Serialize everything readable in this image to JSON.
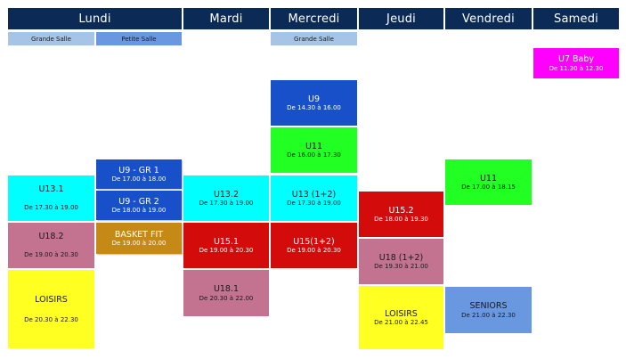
{
  "days": [
    "Lundi",
    "Mardi",
    "Mercredi",
    "Jeudi",
    "Vendredi",
    "Samedi"
  ],
  "rooms": {
    "lundi_grande": "Grande Salle",
    "lundi_petite": "Petite Salle",
    "mercredi_grande": "Grande Salle"
  },
  "colors": {
    "header": "#0b2a55",
    "cyan": "#00ffff",
    "blue": "#1750c8",
    "green": "#22ff22",
    "red": "#d40b0b",
    "mauve": "#c3728f",
    "yellow": "#ffff22",
    "gold": "#c48a15",
    "magenta": "#ff00ff",
    "light_blue": "#6a98e0"
  },
  "sessions": {
    "lun_u13_1": {
      "name": "U13.1",
      "time": "De 17.30 à 19.00"
    },
    "lun_u18_2": {
      "name": "U18.2",
      "time": "De 19.00 à 20.30"
    },
    "lun_loisirs": {
      "name": "LOISIRS",
      "time": "De 20.30 à 22.30"
    },
    "lun_u9_gr1": {
      "name": "U9 - GR 1",
      "time": "De 17.00 à 18.00"
    },
    "lun_u9_gr2": {
      "name": "U9 - GR 2",
      "time": "De 18.00 à 19.00"
    },
    "lun_basket_fit": {
      "name": "BASKET FIT",
      "time": "De 19.00 à 20.00"
    },
    "mar_u13_2": {
      "name": "U13.2",
      "time": "De 17.30 à 19.00"
    },
    "mar_u15_1": {
      "name": "U15.1",
      "time": "De 19.00 à 20.30"
    },
    "mar_u18_1": {
      "name": "U18.1",
      "time": "De 20.30 à 22.00"
    },
    "mer_u9": {
      "name": "U9",
      "time": "De 14.30 à 16.00"
    },
    "mer_u11": {
      "name": "U11",
      "time": "De 16.00 à 17.30"
    },
    "mer_u13": {
      "name": "U13 (1+2)",
      "time": "De 17.30 à 19.00"
    },
    "mer_u15": {
      "name": "U15(1+2)",
      "time": "De 19.00 à 20.30"
    },
    "jeu_u15_2": {
      "name": "U15.2",
      "time": "De 18.00 à 19.30"
    },
    "jeu_u18": {
      "name": "U18 (1+2)",
      "time": "De 19.30 à 21.00"
    },
    "jeu_loisirs": {
      "name": "LOISIRS",
      "time": "De 21.00 à 22.45"
    },
    "ven_u11": {
      "name": "U11",
      "time": "De 17.00 à 18.15"
    },
    "ven_seniors": {
      "name": "SENIORS",
      "time": "De 21.00 à 22.30"
    },
    "sam_u7": {
      "name": "U7 Baby",
      "time": "De 11.30 à 12.30"
    }
  }
}
